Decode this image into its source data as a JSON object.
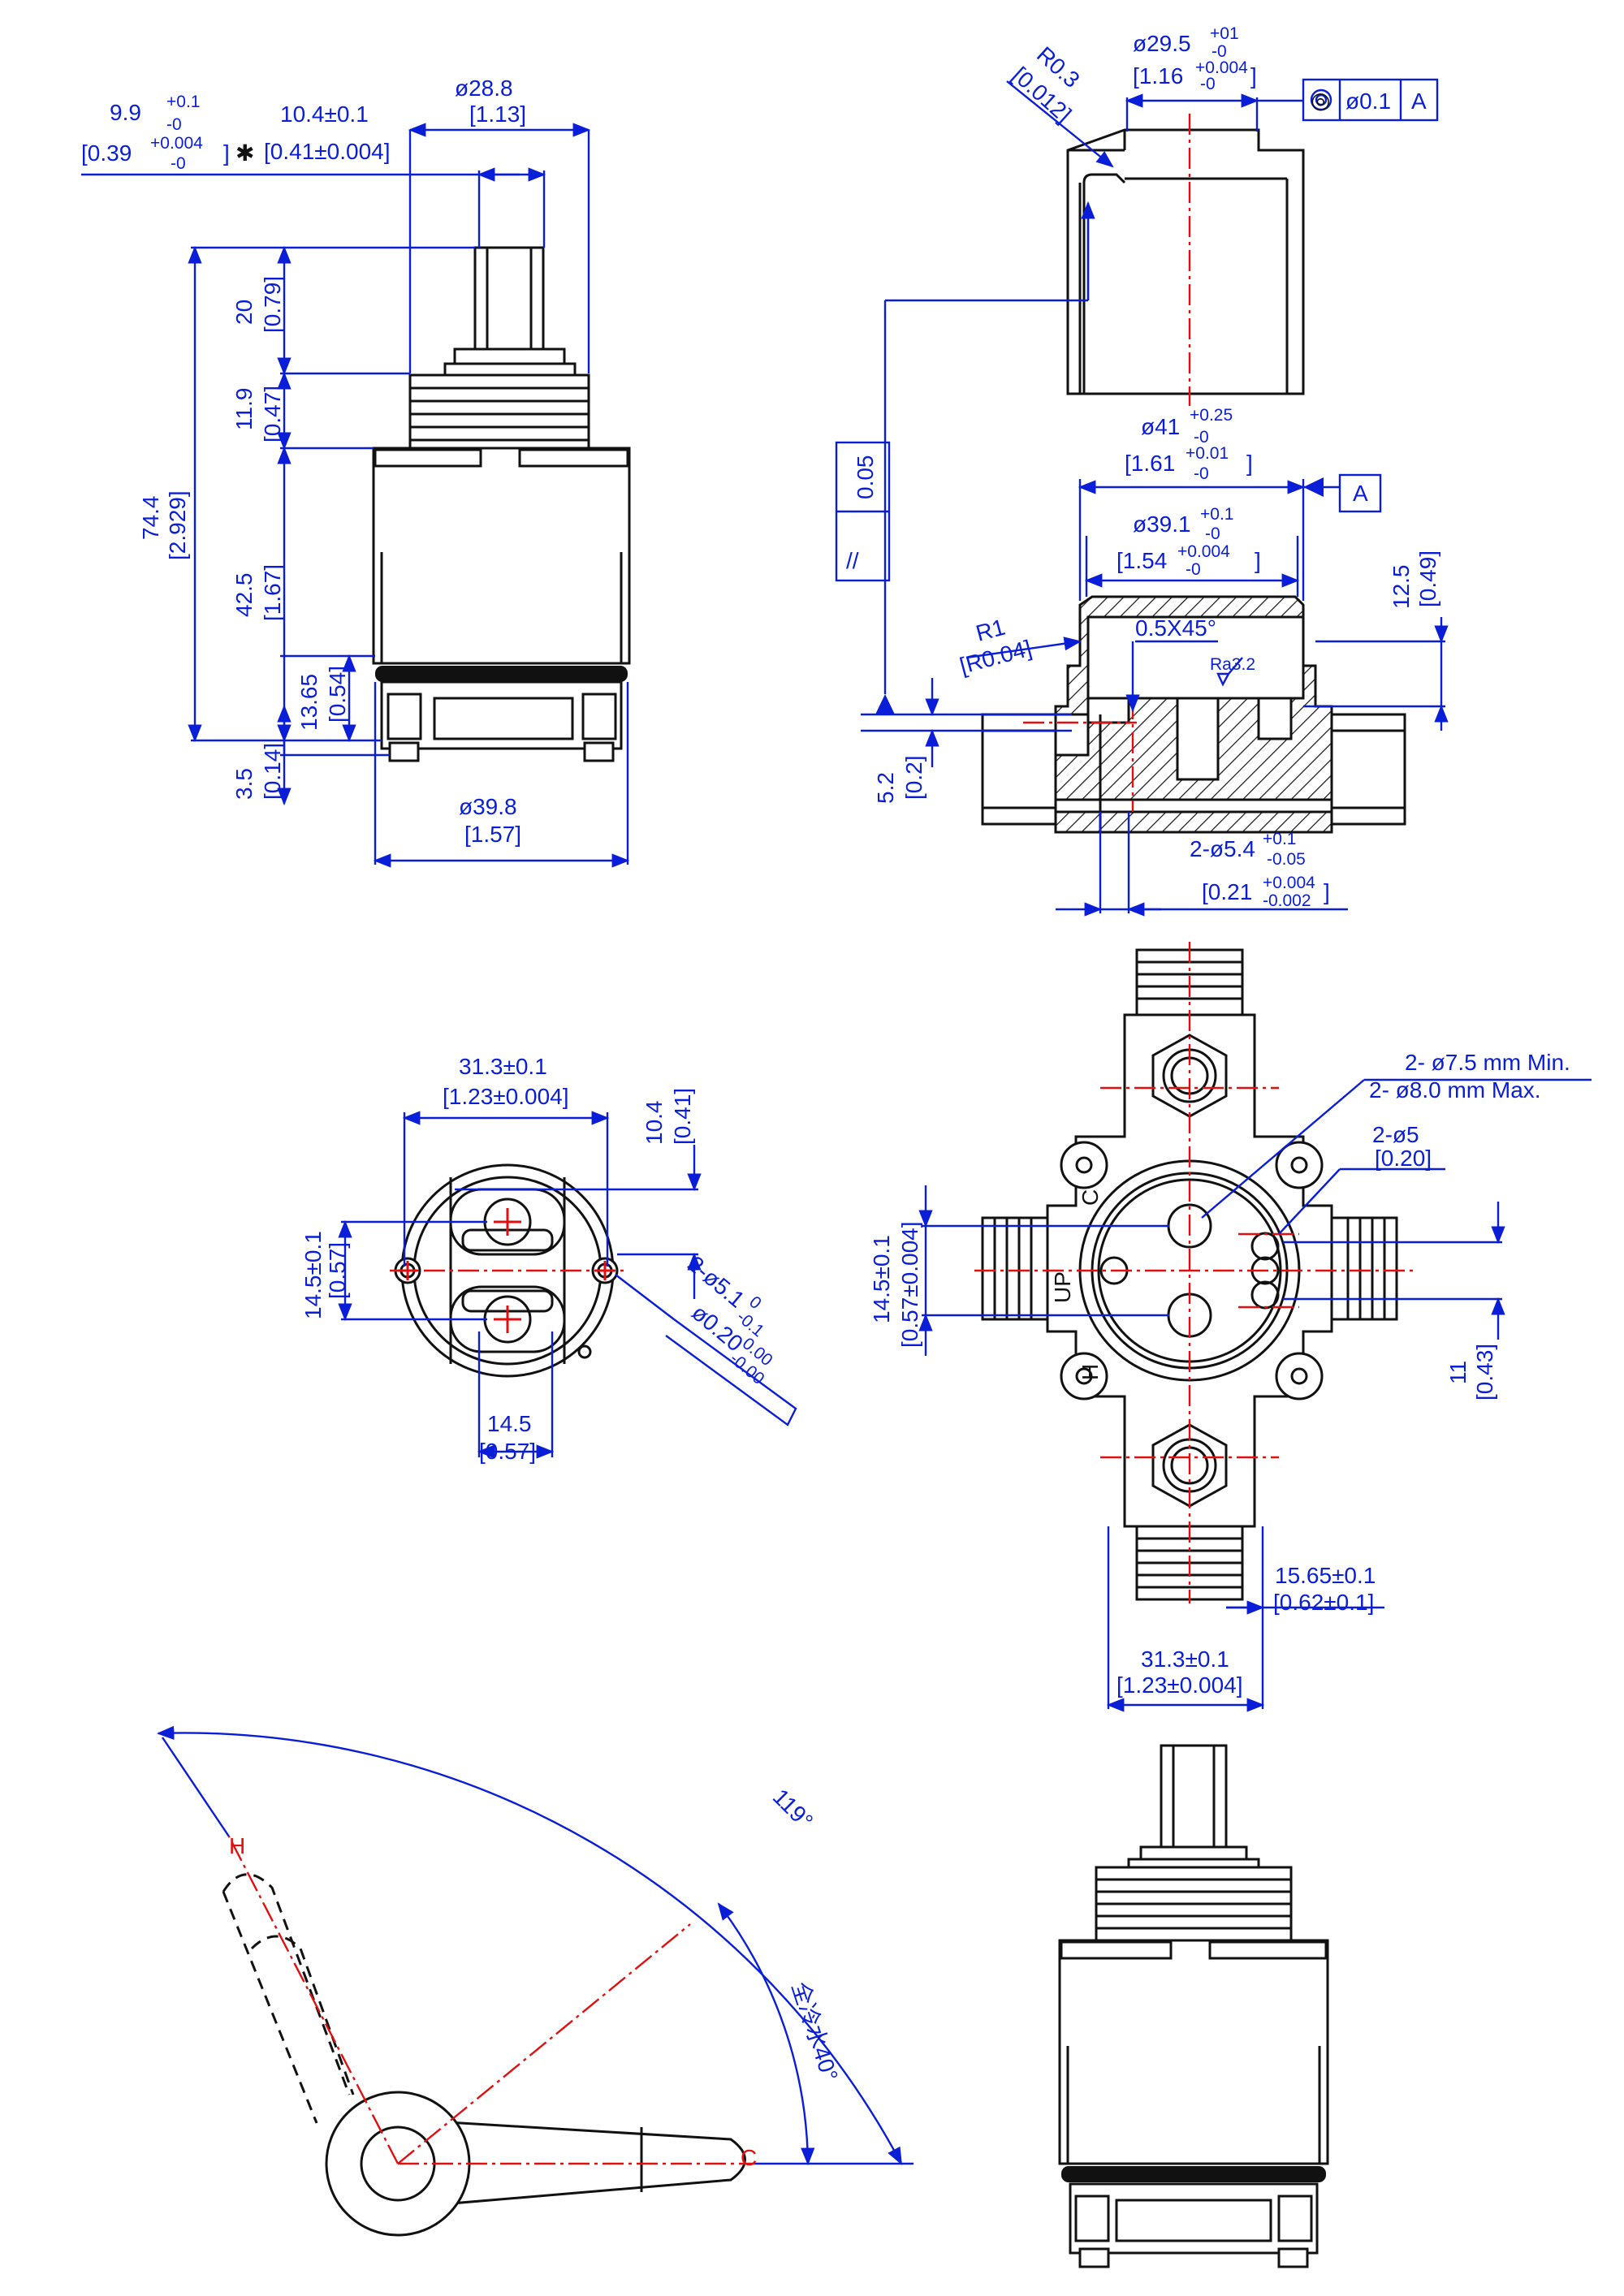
{
  "views": {
    "side": {
      "dims": {
        "d1_top": "9.9",
        "d1_tol": "+0.1",
        "d1_tol2": "-0",
        "d1_in": "[0.39",
        "d1_in_tol": "+0.004",
        "d1_in_tol2": "-0",
        "d1_in_end": "]",
        "d2": "10.4±0.1",
        "d2_in": "[0.41±0.004]",
        "d3": "ø28.8",
        "d3_in": "[1.13]",
        "h20": "20",
        "h20_in": "[0.79]",
        "h119": "11.9",
        "h119_in": "[0.47]",
        "h744": "74.4",
        "h744_in": "[2.929]",
        "h425": "42.5",
        "h425_in": "[1.67]",
        "h1365": "13.65",
        "h1365_in": "[0.54]",
        "h35": "3.5",
        "h35_in": "[0.14]",
        "d398": "ø39.8",
        "d398_in": "[1.57]"
      }
    },
    "sleeve": {
      "d295": "ø29.5",
      "d295_tol": "+01",
      "d295_tol2": "-0",
      "d295_in": "[1.16",
      "d295_in_tol": "+0.004",
      "d295_in_tol2": "-0",
      "d295_in_end": "]",
      "r03": "R0.3",
      "r03_in": "[0.012]",
      "fcf_sym": "◎",
      "fcf_val": "ø0.1",
      "fcf_datum": "A"
    },
    "section": {
      "d41": "ø41",
      "d41_tol": "+0.25",
      "d41_tol2": "-0",
      "d41_in": "[1.61",
      "d41_in_tol": "+0.01",
      "d41_in_tol2": "-0",
      "d41_in_end": "]",
      "datum": "A",
      "d391": "ø39.1",
      "d391_tol": "+0.1",
      "d391_tol2": "-0",
      "d391_in": "[1.54",
      "d391_in_tol": "+0.004",
      "d391_in_tol2": "-0",
      "d391_in_end": "]",
      "h125": "12.5",
      "h125_in": "[0.49]",
      "r1": "R1",
      "r1_in": "[R0.04]",
      "chamfer": "0.5X45°",
      "ra": "Ra3.2",
      "par_sym": "//",
      "par_val": "0.05",
      "h52": "5.2",
      "h52_in": "[0.2]",
      "holes": "2-ø5.4",
      "holes_tol": "+0.1",
      "holes_tol2": "-0.05",
      "holes_in": "[0.21",
      "holes_in_tol": "+0.004",
      "holes_in_tol2": "-0.002",
      "holes_in_end": "]"
    },
    "bottom": {
      "w313": "31.3±0.1",
      "w313_in": "[1.23±0.004]",
      "h104": "10.4",
      "h104_in": "[0.41]",
      "h145": "14.5±0.1",
      "h145_in": "[0.57]",
      "pins": "2-ø5.1",
      "pins_tol": "0",
      "pins_tol2": "-0.1",
      "pins_in": "ø0.20",
      "pins_in_tol": "0.00",
      "pins_in_tol2": "-0.00",
      "w145": "14.5",
      "w145_in": "[0.57]"
    },
    "body": {
      "ports1": "2- ø7.5 mm Min.",
      "ports2": "2- ø8.0 mm Max.",
      "small": "2-ø5",
      "small_in": "[0.20]",
      "h145": "14.5±0.1",
      "h145_in": "[0.57±0.004]",
      "h11": "11",
      "h11_in": "[0.43]",
      "w1565": "15.65±0.1",
      "w1565_in": "[0.62±0.1]",
      "w313": "31.3±0.1",
      "w313_in": "[1.23±0.004]",
      "mark_up": "UP",
      "mark_c": "C",
      "mark_h": "H"
    },
    "handle": {
      "angle_total": "119°",
      "angle_cold": "全冷水40°",
      "mark_h": "H",
      "mark_c": "C"
    }
  }
}
